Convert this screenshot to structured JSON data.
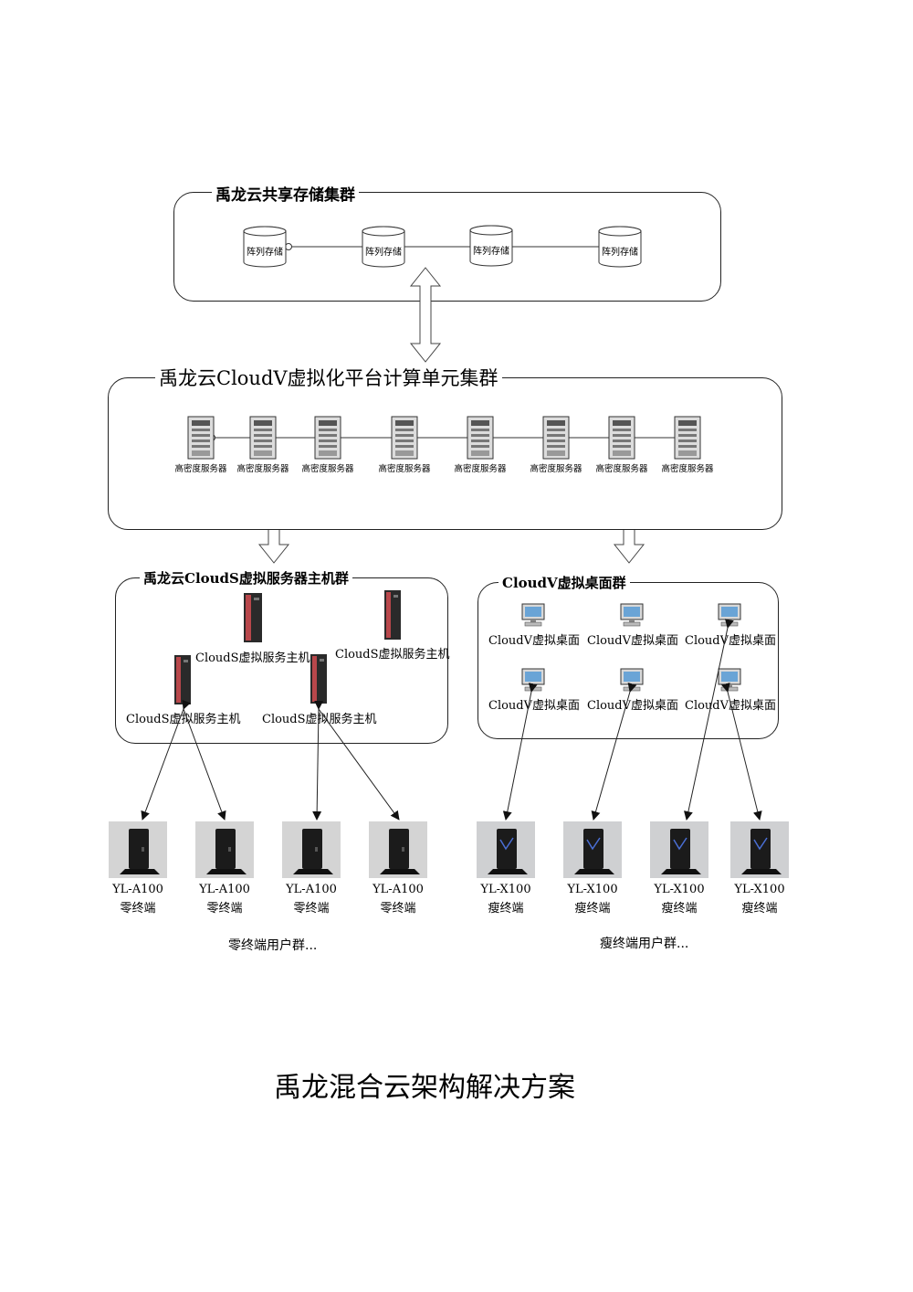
{
  "storage_cluster": {
    "title": "禹龙云共享存储集群",
    "nodes": [
      "阵列存储",
      "阵列存储",
      "阵列存储",
      "阵列存储"
    ]
  },
  "compute_cluster": {
    "title": "禹龙云CloudV虚拟化平台计算单元集群",
    "nodes": [
      "高密度服务器",
      "高密度服务器",
      "高密度服务器",
      "高密度服务器",
      "高密度服务器",
      "高密度服务器",
      "高密度服务器",
      "高密度服务器"
    ]
  },
  "clouds_group": {
    "title": "禹龙云CloudS虚拟服务器主机群",
    "hosts": [
      "CloudS虚拟服务主机",
      "CloudS虚拟服务主机",
      "CloudS虚拟服务主机",
      "CloudS虚拟服务主机"
    ]
  },
  "cloudv_group": {
    "title": "CloudV虚拟桌面群",
    "desktops": [
      "CloudV虚拟桌面",
      "CloudV虚拟桌面",
      "CloudV虚拟桌面",
      "CloudV虚拟桌面",
      "CloudV虚拟桌面",
      "CloudV虚拟桌面"
    ]
  },
  "zero_terminals": [
    {
      "model": "YL-A100",
      "type": "零终端"
    },
    {
      "model": "YL-A100",
      "type": "零终端"
    },
    {
      "model": "YL-A100",
      "type": "零终端"
    },
    {
      "model": "YL-A100",
      "type": "零终端"
    }
  ],
  "thin_terminals": [
    {
      "model": "YL-X100",
      "type": "瘦终端"
    },
    {
      "model": "YL-X100",
      "type": "瘦终端"
    },
    {
      "model": "YL-X100",
      "type": "瘦终端"
    },
    {
      "model": "YL-X100",
      "type": "瘦终端"
    }
  ],
  "zero_group_label": "零终端用户群...",
  "thin_group_label": "瘦终端用户群...",
  "caption": "禹龙混合云架构解决方案"
}
